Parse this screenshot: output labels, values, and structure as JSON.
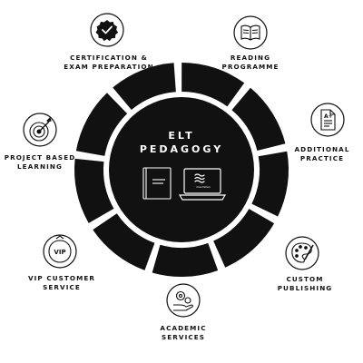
{
  "diagram": {
    "center": {
      "title_line1": "ELT",
      "title_line2": "PEDAGOGY",
      "laptop_screen_text": "macmillan"
    },
    "nodes": [
      {
        "id": "certification",
        "icon": "badge-check-icon",
        "lines": [
          "CERTIFICATION &",
          "EXAM PREPARATION"
        ]
      },
      {
        "id": "reading",
        "icon": "open-book-icon",
        "lines": [
          "READING",
          "PROGRAMME"
        ]
      },
      {
        "id": "additional",
        "icon": "graded-paper-icon",
        "lines": [
          "ADDITIONAL",
          "PRACTICE"
        ]
      },
      {
        "id": "publishing",
        "icon": "palette-icon",
        "lines": [
          "CUSTOM",
          "PUBLISHING"
        ]
      },
      {
        "id": "academic",
        "icon": "gears-hand-icon",
        "lines": [
          "ACADEMIC",
          "SERVICES"
        ]
      },
      {
        "id": "vip",
        "icon": "vip-badge-icon",
        "lines": [
          "VIP CUSTOMER",
          "SERVICE"
        ]
      },
      {
        "id": "project",
        "icon": "target-icon",
        "lines": [
          "PROJECT BASED",
          "LEARNING"
        ]
      }
    ],
    "colors": {
      "ring": "#111111",
      "background": "#ffffff",
      "text": "#111111"
    }
  }
}
